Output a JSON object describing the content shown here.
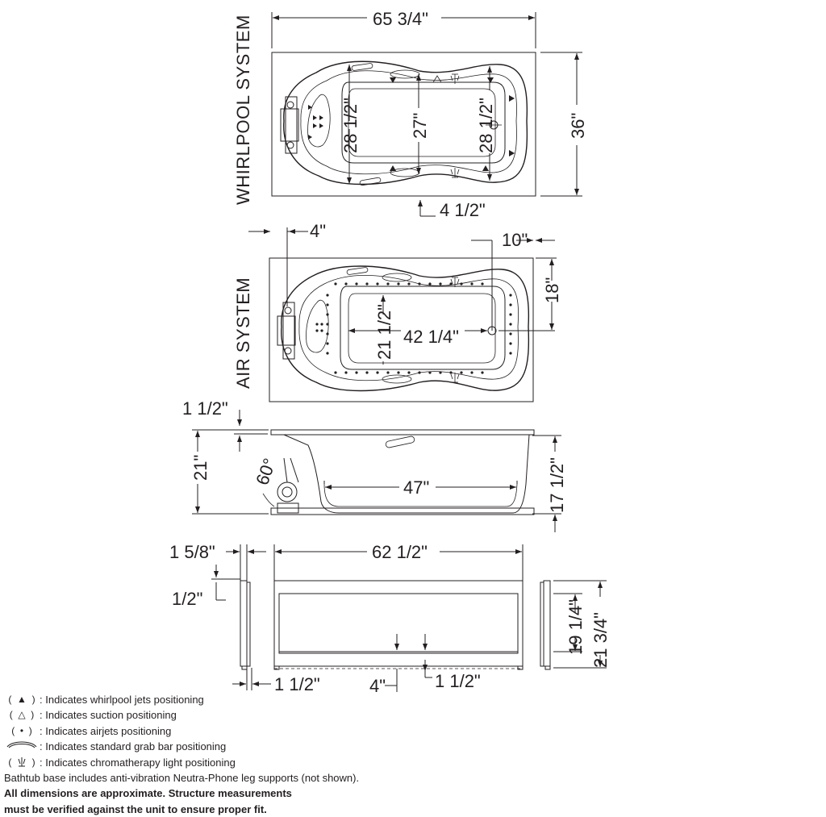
{
  "views": {
    "whirlpool": {
      "label": "WHIRLPOOL SYSTEM"
    },
    "air": {
      "label": "AIR SYSTEM"
    }
  },
  "dimensions": {
    "overall_length": "65 3/4\"",
    "overall_width": "36\"",
    "basin_end_width_left": "28 1/2\"",
    "basin_inner_width": "27\"",
    "basin_end_width_right": "28 1/2\"",
    "drain_offset": "4 1/2\"",
    "air_pump_offset": "4\"",
    "air_drain_from_end": "10\"",
    "air_drain_from_side": "18\"",
    "air_bottom_width": "21 1/2\"",
    "air_bottom_length": "42 1/4\"",
    "rim_thickness": "1 1/2\"",
    "overall_height": "21\"",
    "slope_angle": "60°",
    "floor_length": "47\"",
    "depth": "17 1/2\"",
    "base_end_thickness": "1 5/8\"",
    "base_length": "62 1/2\"",
    "base_top_offset": "1/2\"",
    "base_inner_height": "19 1/4\"",
    "base_height": "21 3/4\"",
    "base_foot": "1 1/2\"",
    "base_rail": "4\"",
    "base_bottom_rail": "1 1/2\""
  },
  "legend": [
    {
      "icon": "whirlpool-jet-icon",
      "symbol": "▲",
      "text": ": Indicates whirlpool jets positioning"
    },
    {
      "icon": "suction-icon",
      "symbol": "△",
      "text": ": Indicates suction positioning"
    },
    {
      "icon": "airjet-icon",
      "symbol": "•",
      "text": ": Indicates airjets positioning"
    },
    {
      "icon": "grab-bar-icon",
      "symbol": "",
      "text": ": Indicates standard grab bar positioning"
    },
    {
      "icon": "chromatherapy-icon",
      "symbol": "",
      "text": ": Indicates chromatherapy light positioning"
    }
  ],
  "notes": {
    "base": "Bathtub base includes anti-vibration Neutra-Phone leg supports (not shown).",
    "warning_1": "All dimensions are approximate. Structure measurements",
    "warning_2": "must be verified against the unit to ensure proper fit."
  }
}
